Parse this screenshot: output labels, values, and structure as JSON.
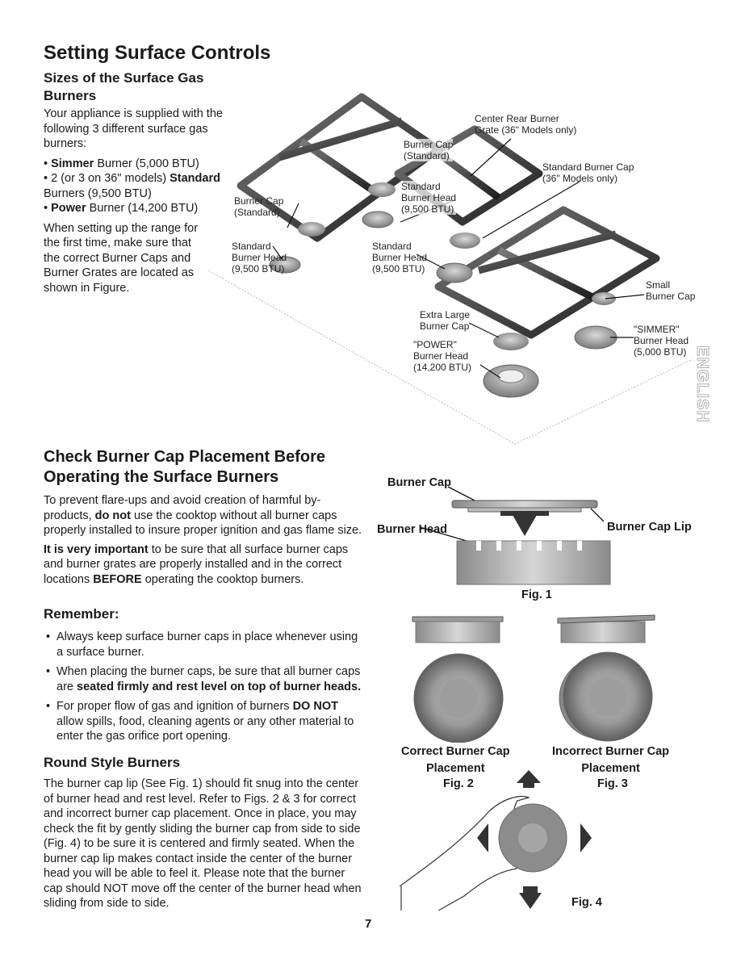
{
  "title": "Setting Surface Controls",
  "sizes": {
    "heading": "Sizes of the Surface Gas Burners",
    "intro": "Your appliance is supplied with the following 3 different surface gas burners:",
    "items": [
      {
        "bold": "Simmer",
        "text": " Burner (5,000 BTU)",
        "prefix": "• "
      },
      {
        "prefix": "• 2 (or 3 on 36\" models) ",
        "bold": "Standard",
        "text": " Burners (9,500 BTU)"
      },
      {
        "prefix": "• ",
        "bold": "Power",
        "text": " Burner (14,200 BTU)"
      }
    ],
    "setup": "When setting up the range for the first time, make sure that the correct Burner Caps and Burner Grates are located as shown in Figure."
  },
  "diagram_labels": {
    "center_rear": "Center Rear Burner\nGrate (36\" Models only)",
    "burner_cap_std_top": "Burner Cap\n(Standard)",
    "std_cap_36": "Standard Burner Cap\n(36\" Models only)",
    "std_head_mid": "Standard\nBurner Head\n(9,500 BTU)",
    "burner_cap_std_left": "Burner Cap\n(Standard)",
    "std_head_left": "Standard\nBurner Head\n(9,500 BTU)",
    "std_head_center": "Standard\nBurner Head\n(9,500 BTU)",
    "small_cap": "Small\nBurner Cap",
    "extra_large_cap": "Extra Large\nBurner Cap",
    "simmer": "\"SIMMER\"\nBurner Head\n(5,000 BTU)",
    "power": "\"POWER\"\nBurner Head\n(14,200 BTU)"
  },
  "side_tab": "ENGLISH",
  "check": {
    "heading": "Check Burner Cap Placement Before Operating the Surface Burners",
    "p1_a": "To prevent flare-ups and avoid creation of harmful by-products, ",
    "p1_bold": "do not",
    "p1_b": " use the cooktop without all burner caps properly installed to insure proper ignition and gas flame size.",
    "p2_bold": "It is very important",
    "p2_a": " to be sure that all surface burner caps and burner grates are properly installed and in the correct locations ",
    "p2_bold2": "BEFORE",
    "p2_b": " operating the cooktop burners."
  },
  "remember": {
    "heading": "Remember:",
    "b1": "Always keep surface burner caps in place whenever using a surface burner.",
    "b2_a": "When placing the burner caps, be sure that all burner caps are ",
    "b2_bold": "seated firmly and rest level on top of burner heads.",
    "b3_a": "For proper flow of gas and ignition of burners ",
    "b3_bold": "DO NOT",
    "b3_b": " allow spills, food, cleaning agents or any other material to enter the gas orifice port opening."
  },
  "round": {
    "heading": "Round Style Burners",
    "text": "The burner cap lip (See Fig. 1) should fit snug into the center of burner head and rest level. Refer to Figs. 2 & 3 for correct and incorrect burner cap placement. Once in place, you may check the fit by gently sliding the burner cap from side to side (Fig. 4) to be sure it is centered and firmly seated. When the burner cap lip makes contact inside the center of the burner head you will be able to feel it. Please note that the burner cap should NOT move off the center of the burner head when sliding from side to side."
  },
  "figs": {
    "burner_cap": "Burner Cap",
    "burner_head": "Burner Head",
    "burner_cap_lip": "Burner Cap Lip",
    "fig1": "Fig. 1",
    "correct": "Correct Burner Cap\nPlacement",
    "incorrect": "Incorrect Burner Cap\nPlacement",
    "fig2": "Fig. 2",
    "fig3": "Fig. 3",
    "fig4": "Fig. 4"
  },
  "page_number": "7"
}
